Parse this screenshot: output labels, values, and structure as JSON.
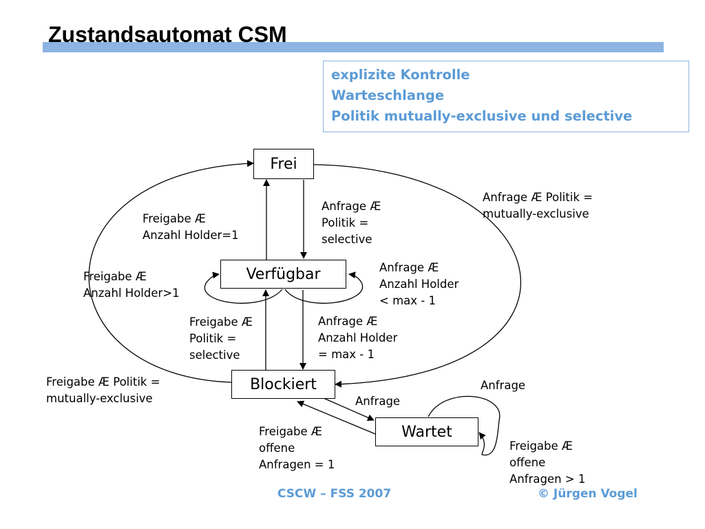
{
  "title": "Zustandsautomat CSM",
  "info": {
    "lines": [
      "explizite Kontrolle",
      "Warteschlange",
      "Politik mutually-exclusive und selective"
    ]
  },
  "states": {
    "frei": "Frei",
    "verfuegbar": "Verfügbar",
    "blockiert": "Blockiert",
    "wartet": "Wartet"
  },
  "labels": {
    "frei_to_verfuegbar": "Anfrage Æ\nPolitik =\nselective",
    "verfuegbar_to_frei": "Freigabe Æ\nAnzahl Holder=1",
    "outer_right": "Anfrage Æ Politik =\nmutually-exclusive",
    "verfuegbar_self_left": "Freigabe Æ\nAnzahl Holder>1",
    "verfuegbar_self_right": "Anfrage Æ\nAnzahl Holder\n< max - 1",
    "blockiert_to_verfuegbar": "Freigabe Æ\nPolitik =\nselective",
    "verfuegbar_to_blockiert": "Anfrage Æ\nAnzahl Holder\n= max - 1",
    "outer_left": "Freigabe Æ Politik =\nmutually-exclusive",
    "blockiert_to_wartet": "Anfrage",
    "wartet_self_top": "Anfrage",
    "wartet_to_blockiert": "Freigabe Æ\noffene\nAnfragen = 1",
    "wartet_self_right": "Freigabe Æ\noffene\nAnfragen > 1"
  },
  "footer": {
    "left": "CSCW – FSS 2007",
    "right": "© Jürgen Vogel"
  }
}
